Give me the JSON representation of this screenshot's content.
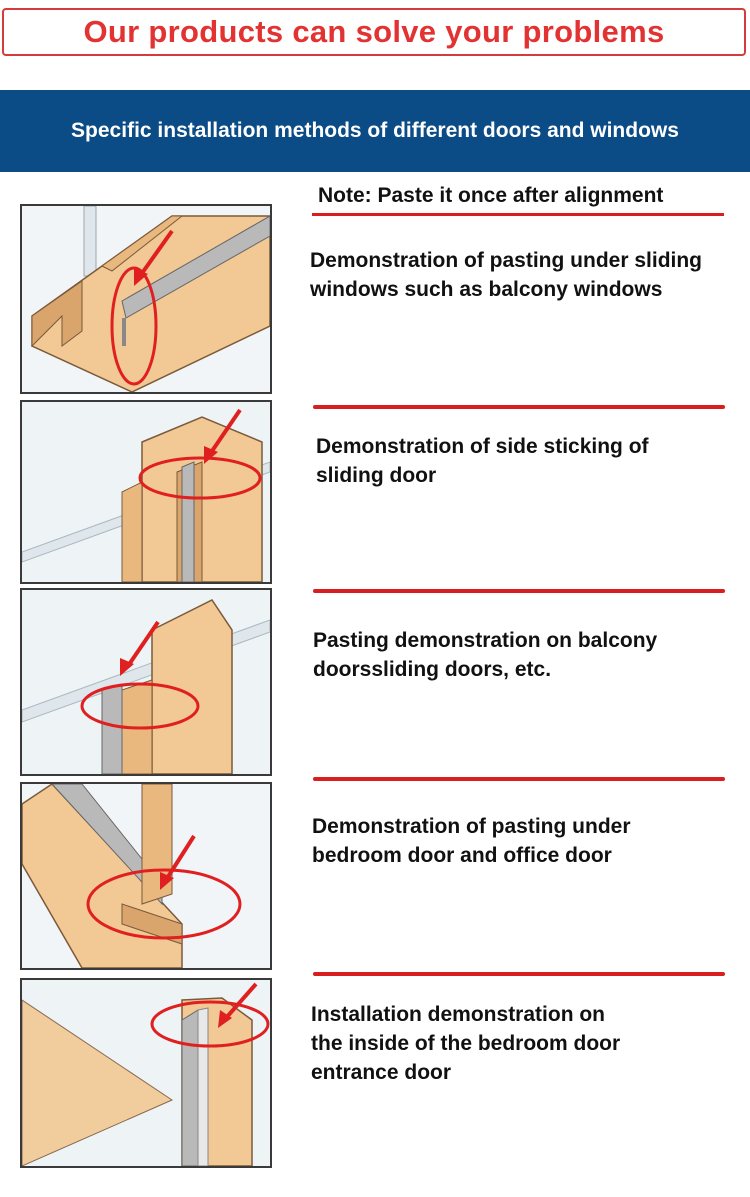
{
  "header": {
    "title": "Our products can solve your problems",
    "subtitle": "Specific installation methods of different doors and windows"
  },
  "note": "Note: Paste it once after alignment",
  "items": [
    {
      "lines": [
        "Demonstration of pasting under sliding",
        "windows such as balcony windows"
      ]
    },
    {
      "lines": [
        "Demonstration of side sticking of",
        "sliding door"
      ]
    },
    {
      "lines": [
        "Pasting demonstration on balcony",
        "doorssliding doors, etc."
      ]
    },
    {
      "lines": [
        "Demonstration of pasting under",
        "bedroom door and office door"
      ]
    },
    {
      "lines": [
        "Installation demonstration on",
        "the inside of the bedroom door",
        "entrance door"
      ]
    }
  ],
  "colors": {
    "accent_red": "#e23232",
    "header_blue": "#0b4b86",
    "wood": "#f2c894",
    "wood_dark": "#d9a56c",
    "strip": "#b9b9b9"
  }
}
